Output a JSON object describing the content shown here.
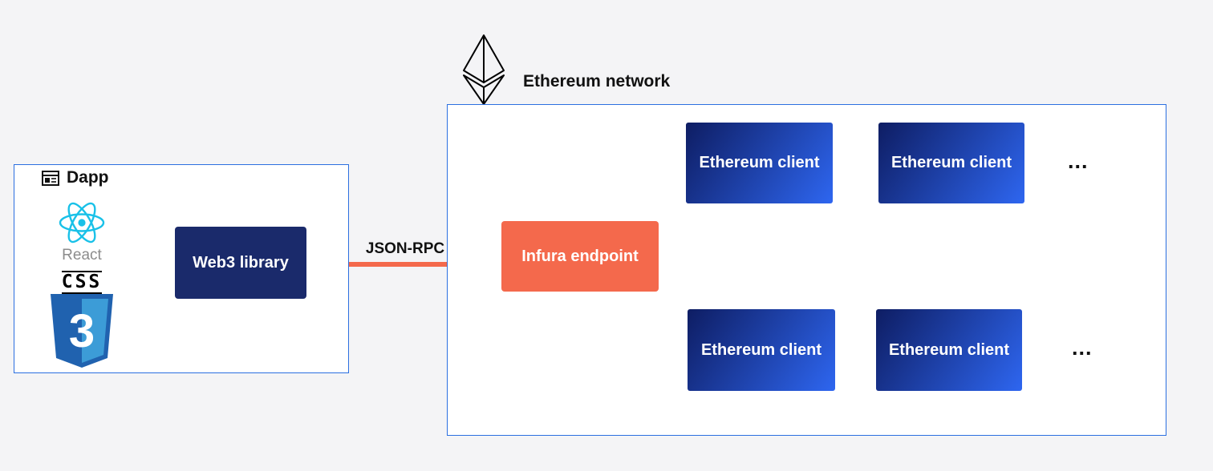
{
  "canvas": {
    "background": "#f4f4f6",
    "outline_blue": "#2b6fe0",
    "line_color": "#1a1a1a"
  },
  "dapp": {
    "title": "Dapp",
    "react_label": "React",
    "css_word": "CSS",
    "css_number": "3",
    "web3_box": {
      "label": "Web3 library",
      "bg": "#1a2a6b"
    }
  },
  "connection": {
    "label": "JSON-RPC",
    "color": "#f4694c"
  },
  "network": {
    "title": "Ethereum network",
    "infura": {
      "label": "Infura endpoint",
      "bg": "#f4694c"
    },
    "clients": [
      {
        "label": "Ethereum client"
      },
      {
        "label": "Ethereum client"
      },
      {
        "label": "Ethereum client"
      },
      {
        "label": "Ethereum client"
      }
    ],
    "client_gradient": [
      "#0e1d63",
      "#2e66f0"
    ],
    "ellipsis_top": "...",
    "ellipsis_bottom": "..."
  }
}
